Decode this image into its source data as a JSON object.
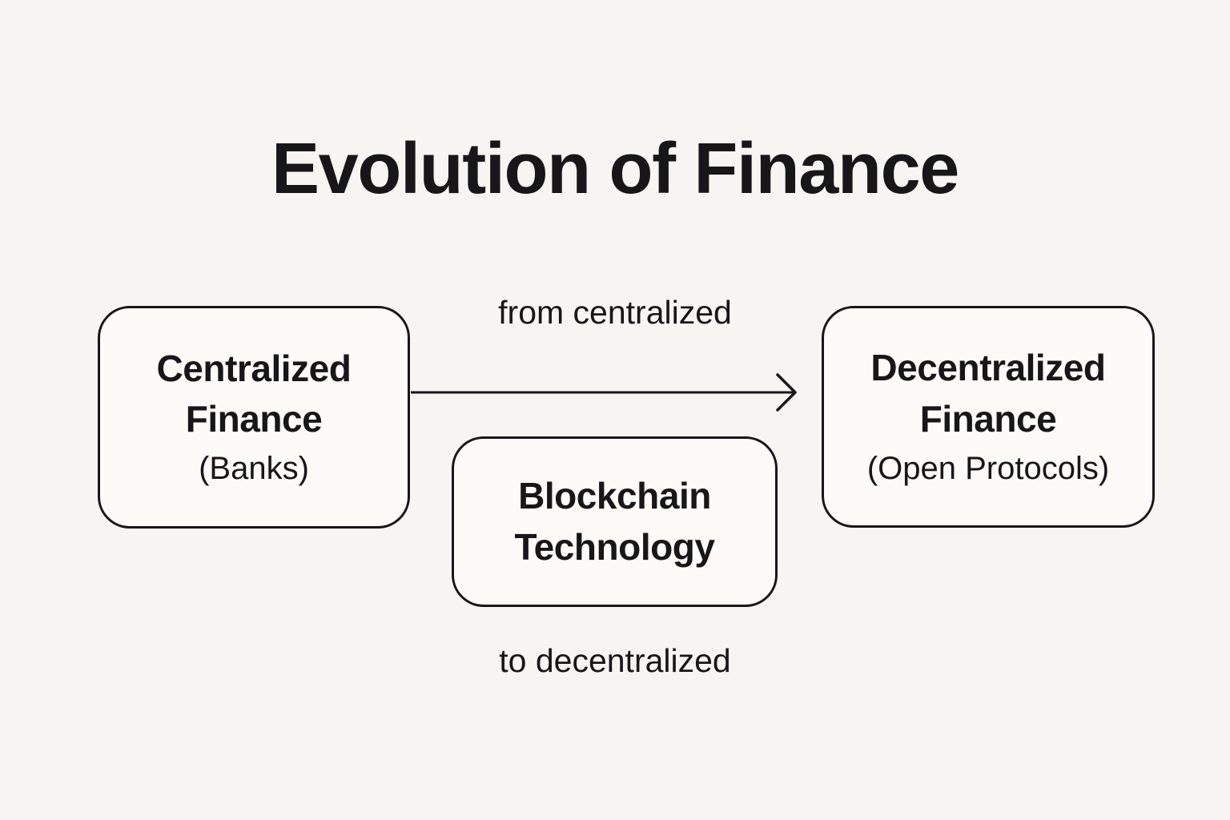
{
  "title": "Evolution of Finance",
  "nodes": [
    {
      "id": "centralized-finance",
      "title": "Centralized Finance",
      "subtitle": "(Banks)"
    },
    {
      "id": "blockchain-technology",
      "title": "Blockchain Technology"
    },
    {
      "id": "decentralized-finance",
      "title": "Decentralized Finance",
      "subtitle": "(Open Protocols)"
    }
  ],
  "labels": {
    "from": "from centralized",
    "to": "to decentralized"
  },
  "arrow": {
    "from": "centralized-finance",
    "to": "decentralized-finance"
  },
  "colors": {
    "background": "#f7f5f1",
    "box_fill": "#fcfbf8",
    "stroke": "#17171a",
    "text": "#17171a"
  }
}
